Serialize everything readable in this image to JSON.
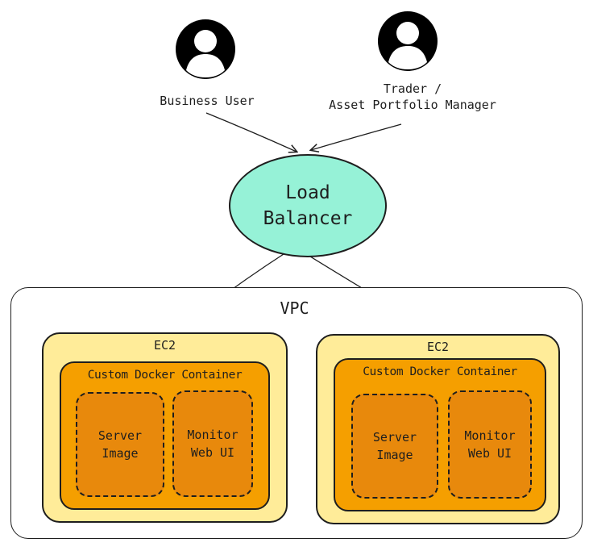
{
  "users": [
    {
      "icon": "user-avatar-icon",
      "label": "Business User"
    },
    {
      "icon": "user-avatar-icon",
      "label": "Trader /\nAsset Portfolio Manager"
    }
  ],
  "load_balancer": {
    "label": "Load\nBalancer",
    "color": "#96f2d7"
  },
  "vpc": {
    "label": "VPC"
  },
  "ec2_instances": [
    {
      "label": "EC2",
      "container": {
        "label": "Custom Docker Container",
        "components": [
          "Server\nImage",
          "Monitor\nWeb UI"
        ]
      }
    },
    {
      "label": "EC2",
      "container": {
        "label": "Custom Docker Container",
        "components": [
          "Server\nImage",
          "Monitor\nWeb UI"
        ]
      }
    }
  ],
  "colors": {
    "stroke": "#1e1e1e",
    "ec2_fill": "#ffec99",
    "container_fill": "#f59f00",
    "component_fill": "#e8890c"
  }
}
